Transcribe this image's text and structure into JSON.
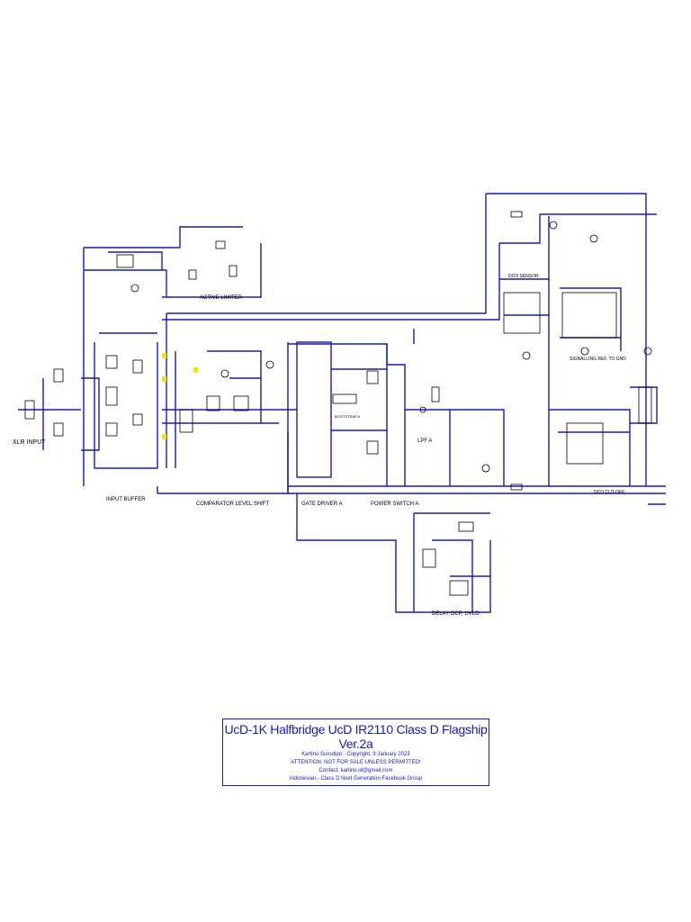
{
  "colors": {
    "wire": "#1a1ab0",
    "component": "#000000",
    "highlight": "#f5e400"
  },
  "labels": {
    "xlr_input": "XLR INPUT",
    "input_buffer": "INPUT BUFFER",
    "active_limiter": "ACTIVE LIMITER",
    "comparator_level_shift": "COMPARATOR LEVEL SHIFT",
    "gate_driver_a": "GATE DRIVER A",
    "power_switch_a": "POWER SWITCH A",
    "lpf_a": "LPF A",
    "delay_ocp_uvlo": "DELAY OCP, UVLO",
    "dco_cutoff": "DCO CUT-OFF",
    "signalling_ref": "SIGNALLING REF. TO GND",
    "dco_sensor": "DCO SENSOR",
    "bootstrap": "BOOTSTRAP A"
  },
  "title_block": {
    "title": "UcD-1K Halfbridge UcD IR2110 Class D Flagship Ver.2a",
    "author": "Kartino Surodipo - Copyright, 9 January 2023",
    "warning": "ATTENTION: NOT FOR SALE UNLESS PERMITTED!",
    "contact": "Contact: kartino.id@gmail.com",
    "group": "Indonesian - Class D Next Generation Facebook Group"
  }
}
